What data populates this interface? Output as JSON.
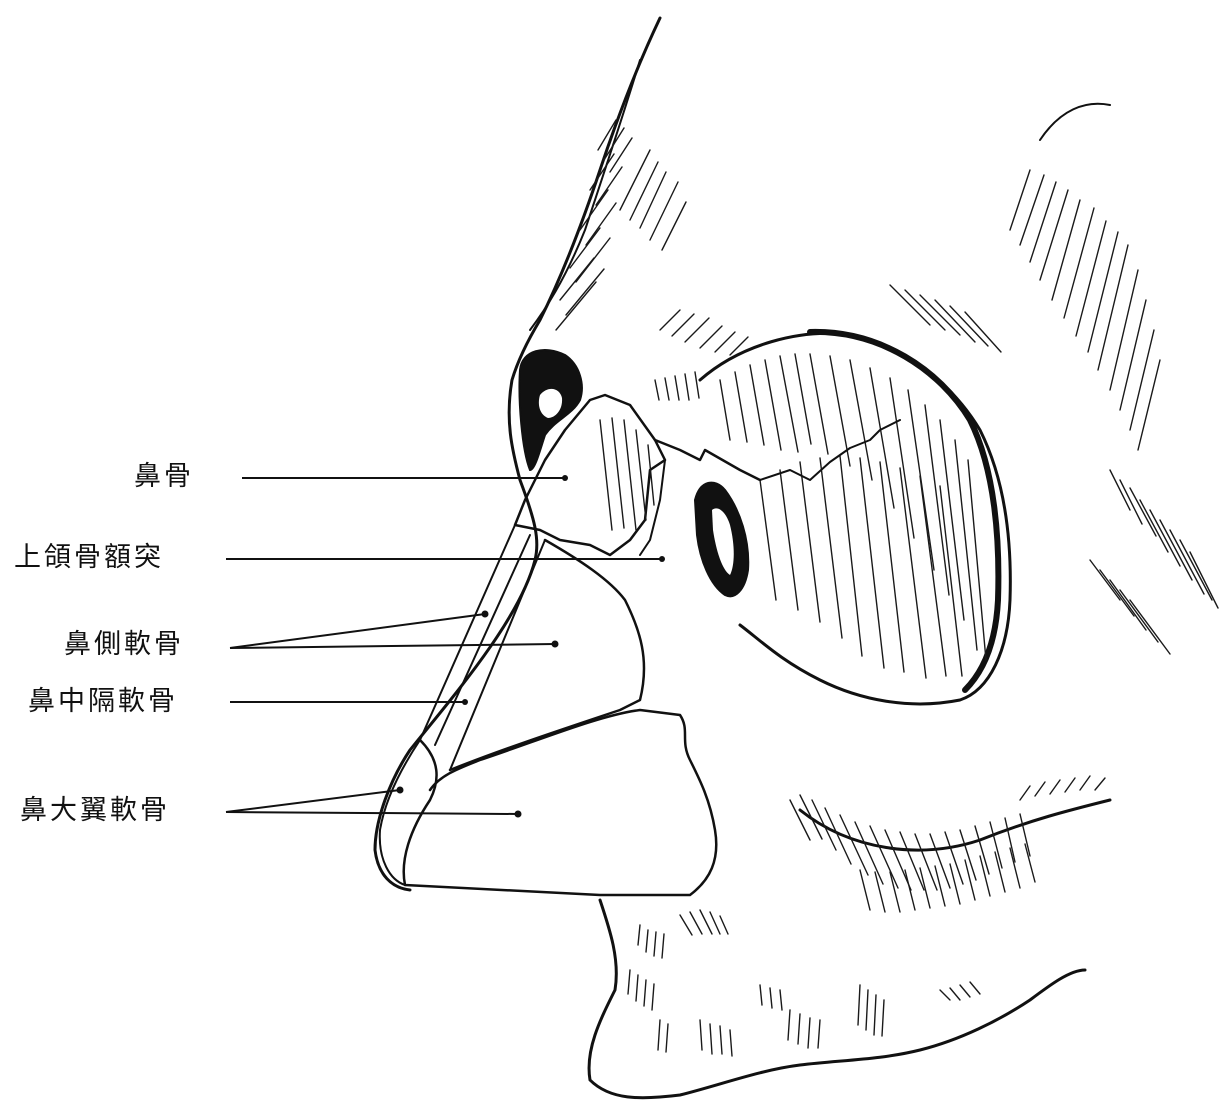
{
  "labels": {
    "nasal_bone": "鼻骨",
    "maxilla_frontal_process": "上頜骨額突",
    "lateral_cartilage": "鼻側軟骨",
    "septal_cartilage": "鼻中隔軟骨",
    "alar_cartilage": "鼻大翼軟骨"
  },
  "colors": {
    "ink": "#111111",
    "paper": "#ffffff"
  }
}
